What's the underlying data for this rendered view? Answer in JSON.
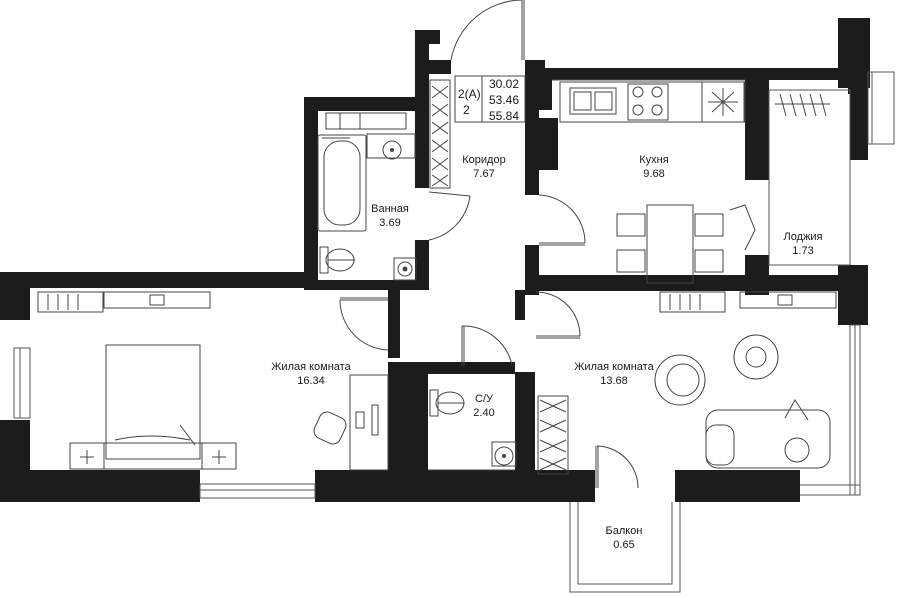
{
  "apartment": {
    "type": "2(А)",
    "floor": "2",
    "area_living": "30.02",
    "area_total": "53.46",
    "area_with_balcony": "55.84"
  },
  "rooms": [
    {
      "id": "corridor",
      "name": "Коридор",
      "area": "7.67"
    },
    {
      "id": "bathroom",
      "name": "Ванная",
      "area": "3.69"
    },
    {
      "id": "kitchen",
      "name": "Кухня",
      "area": "9.68"
    },
    {
      "id": "loggia",
      "name": "Лоджия",
      "area": "1.73"
    },
    {
      "id": "living-room-1",
      "name": "Жилая комната",
      "area": "16.34"
    },
    {
      "id": "living-room-2",
      "name": "Жилая комната",
      "area": "13.68"
    },
    {
      "id": "toilet",
      "name": "С/У",
      "area": "2.40"
    },
    {
      "id": "balcony",
      "name": "Балкон",
      "area": "0.65"
    }
  ],
  "colors": {
    "wall": "#1c1c1c",
    "line": "#333333",
    "background": "#ffffff"
  }
}
